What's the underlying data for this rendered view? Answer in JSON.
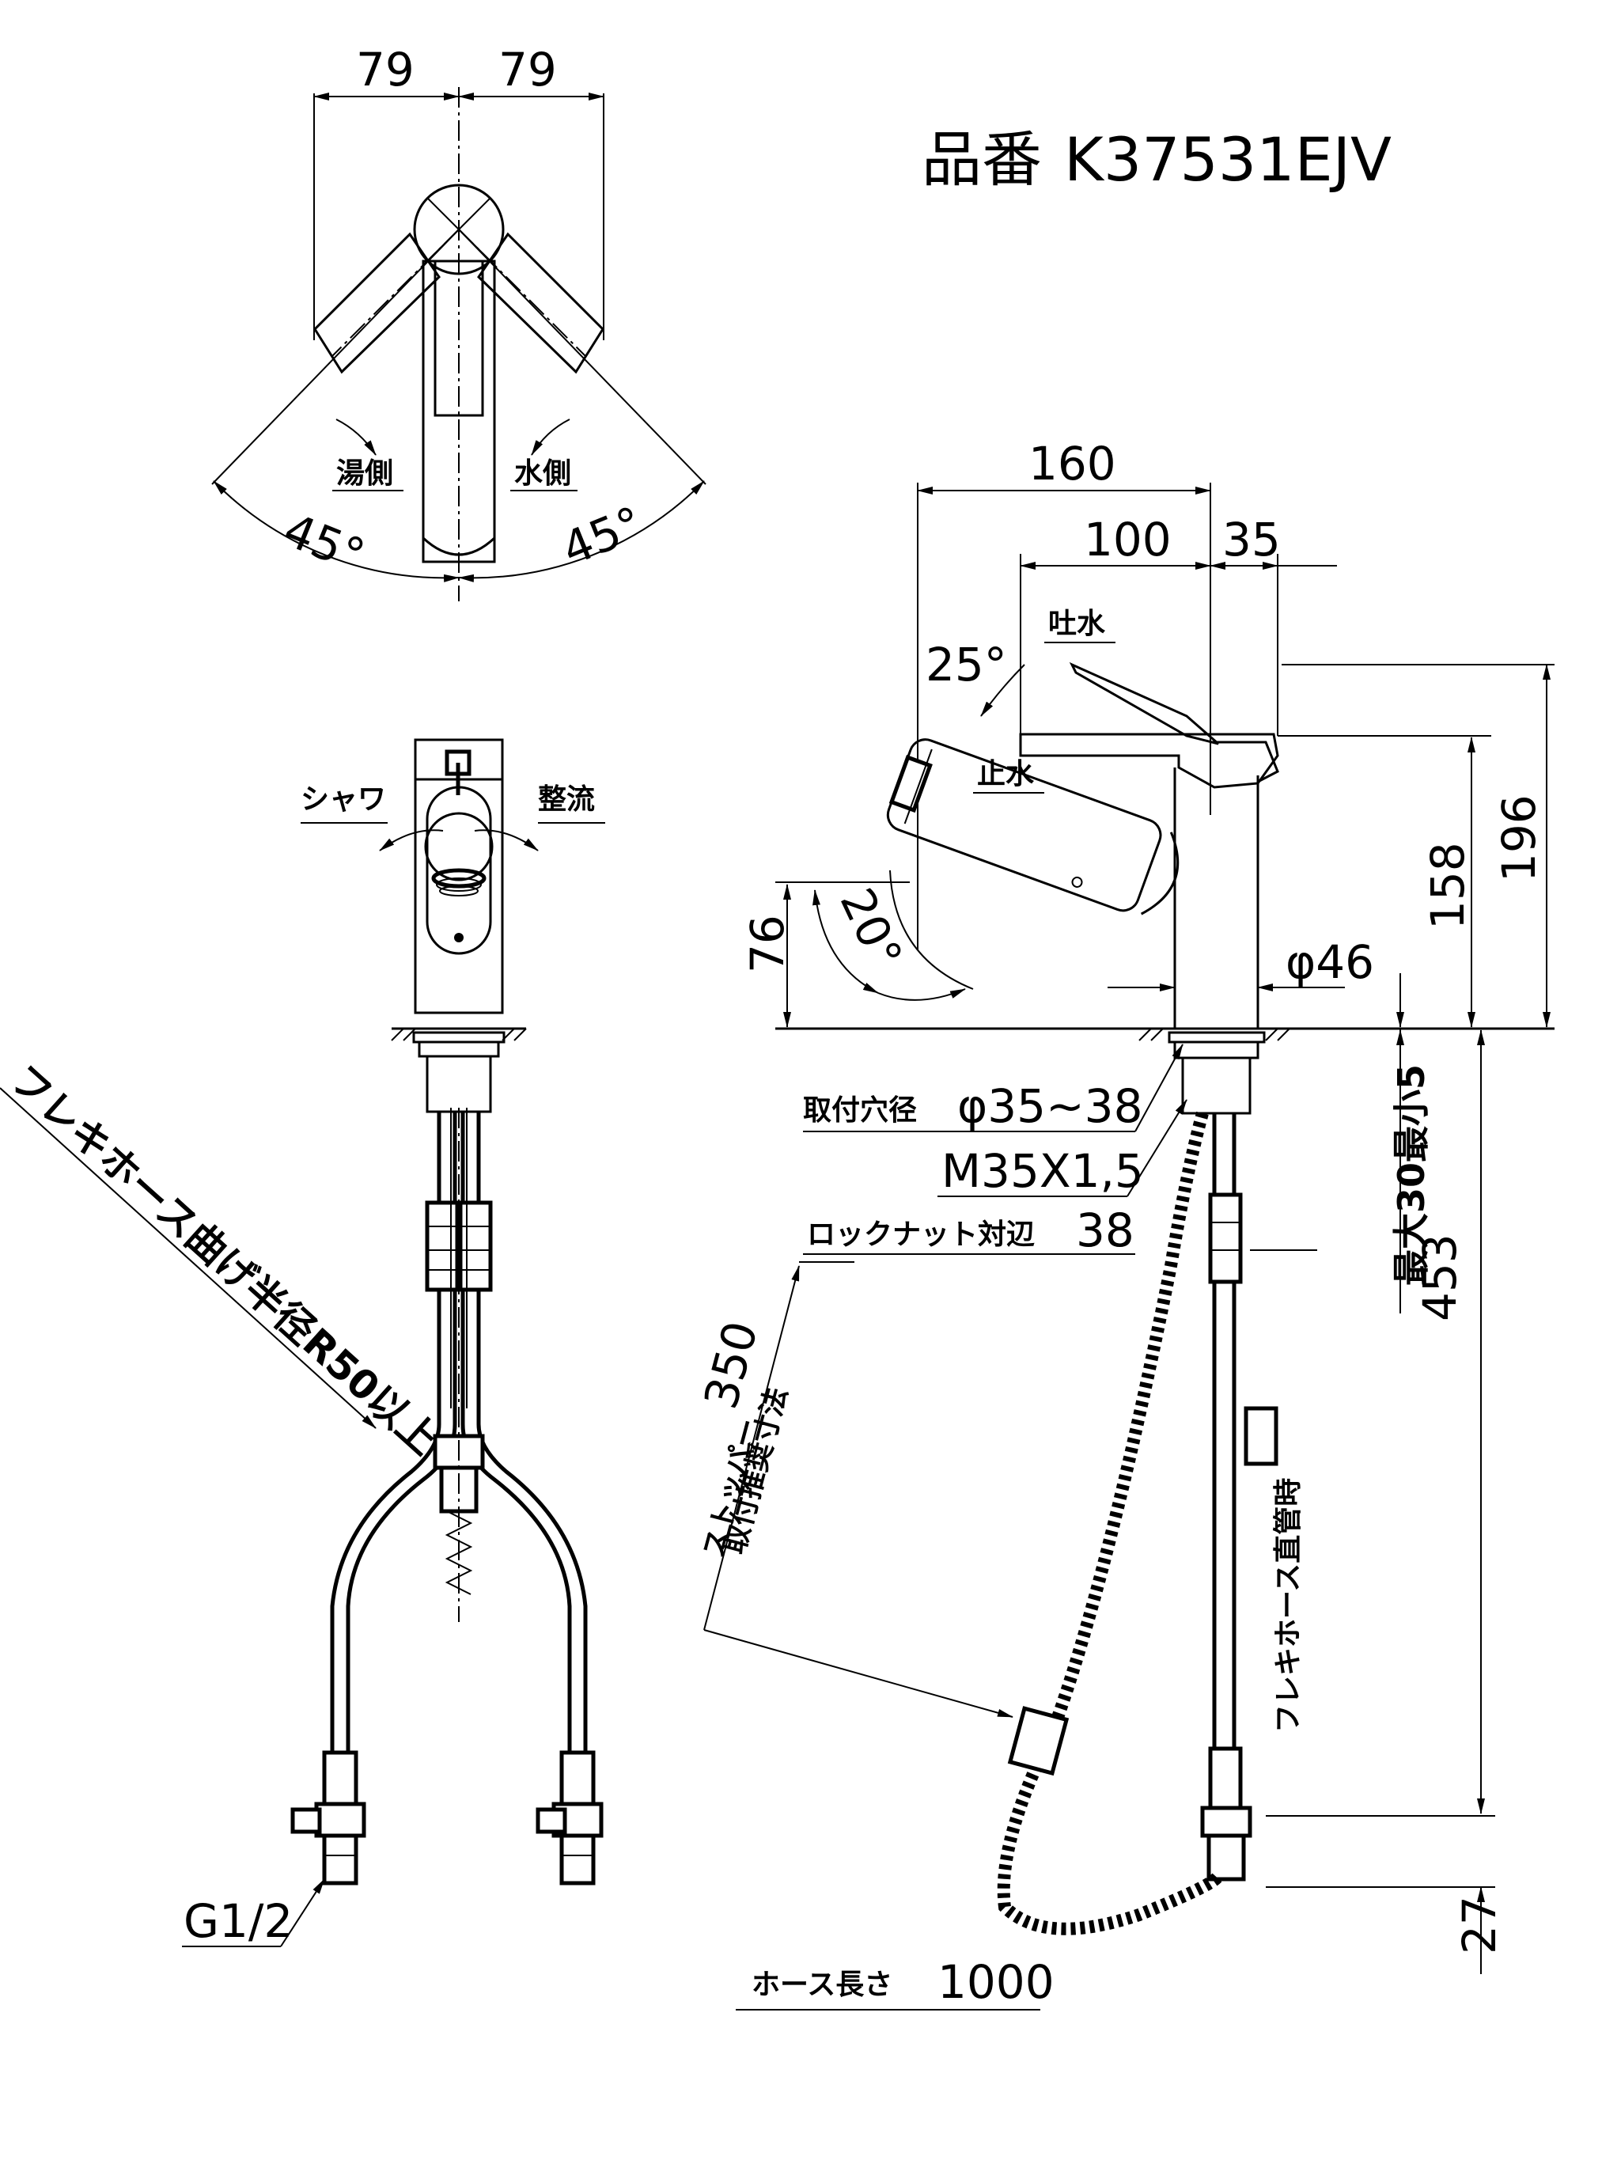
{
  "title": {
    "label": "品番",
    "model": "K37531EJV"
  },
  "top_view": {
    "dim_left": "79",
    "dim_right": "79",
    "hot_side": "湯側",
    "cold_side": "水側",
    "angle_left": "45°",
    "angle_right": "45°"
  },
  "front_view": {
    "shower": "シャワ",
    "aerated": "整流",
    "hose_bend": "フレキホース曲げ半径R50以上",
    "thread": "G1/2"
  },
  "side_view": {
    "dim_total_width": "160",
    "dim_spout": "100",
    "dim_offset": "35",
    "spout_label": "吐水",
    "stop_label": "止水",
    "angle_lever": "25°",
    "angle_head": "20°",
    "dim_76": "76",
    "dim_158": "158",
    "dim_196": "196",
    "dim_body": "φ46",
    "mount_hole": "取付穴径",
    "mount_hole_value": "φ35~38",
    "thread_spec": "M35X1,5",
    "lock_nut": "ロックナット対辺",
    "lock_nut_value": "38",
    "max_min": "最大30最小5",
    "flex_straight": "フレキホース直管時",
    "dim_453": "453",
    "stopper_line1": "ストッパー",
    "stopper_line2": "取付推奨寸法",
    "stopper_value": "350",
    "dim_27": "27",
    "hose_length": "ホース長さ",
    "hose_length_value": "1000"
  }
}
